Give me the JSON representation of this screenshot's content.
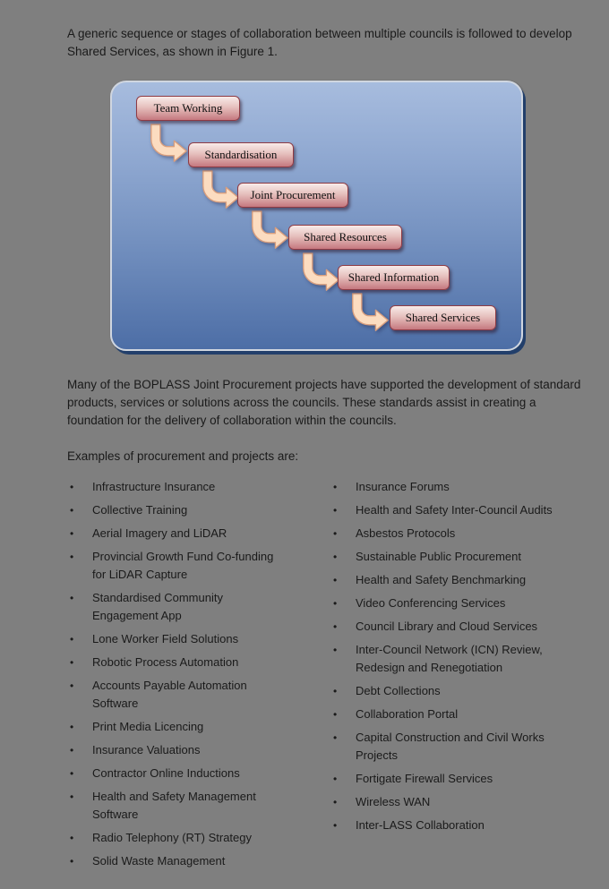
{
  "page": {
    "background": "#7f7f7f",
    "text_color": "#1a1a1a",
    "intro": "A generic sequence or stages of collaboration between multiple councils is followed to develop Shared Services, as shown in Figure 1.",
    "body": "Many of the BOPLASS Joint Procurement projects have supported the development of standard products, services or solutions across the councils. These standards assist in creating a foundation for the delivery of collaboration within the councils.",
    "examples_heading": "Examples of procurement and projects are:"
  },
  "figure": {
    "stages": [
      "Team Working",
      "Standardisation",
      "Joint Procurement",
      "Shared Resources",
      "Shared Information",
      "Shared Services"
    ],
    "panel_top": "#a7bcde",
    "panel_bottom": "#4d6ea6",
    "panel_border": "#d0d6e0",
    "panel_shadow": "#223f6b",
    "box_top": "#f8ebe9",
    "box_mid": "#e6c0bd",
    "box_bottom": "#c5787f",
    "box_border": "#8e3b44",
    "arrow_fill": "#fcdcc0",
    "arrow_stroke": "#d89e7e",
    "arrow_icon": "curved-right-arrow"
  },
  "lists": {
    "bullet_glyph": "•",
    "left": [
      "Infrastructure Insurance",
      "Collective Training",
      "Aerial Imagery and LiDAR",
      "Provincial Growth Fund Co-funding for LiDAR Capture",
      "Standardised Community Engagement App",
      "Lone Worker Field Solutions",
      "Robotic Process Automation",
      "Accounts Payable Automation Software",
      "Print Media Licencing",
      "Insurance Valuations",
      "Contractor Online Inductions",
      "Health and Safety Management Software",
      "Radio Telephony (RT) Strategy",
      "Solid Waste Management"
    ],
    "right": [
      "Insurance Forums",
      "Health and Safety Inter-Council Audits",
      "Asbestos Protocols",
      "Sustainable Public Procurement",
      "Health and Safety Benchmarking",
      "Video Conferencing Services",
      "Council Library and Cloud Services",
      "Inter-Council Network (ICN) Review, Redesign and Renegotiation",
      "Debt Collections",
      "Collaboration Portal",
      "Capital Construction and Civil Works Projects",
      "Fortigate Firewall Services",
      "Wireless WAN",
      "Inter-LASS Collaboration"
    ]
  }
}
